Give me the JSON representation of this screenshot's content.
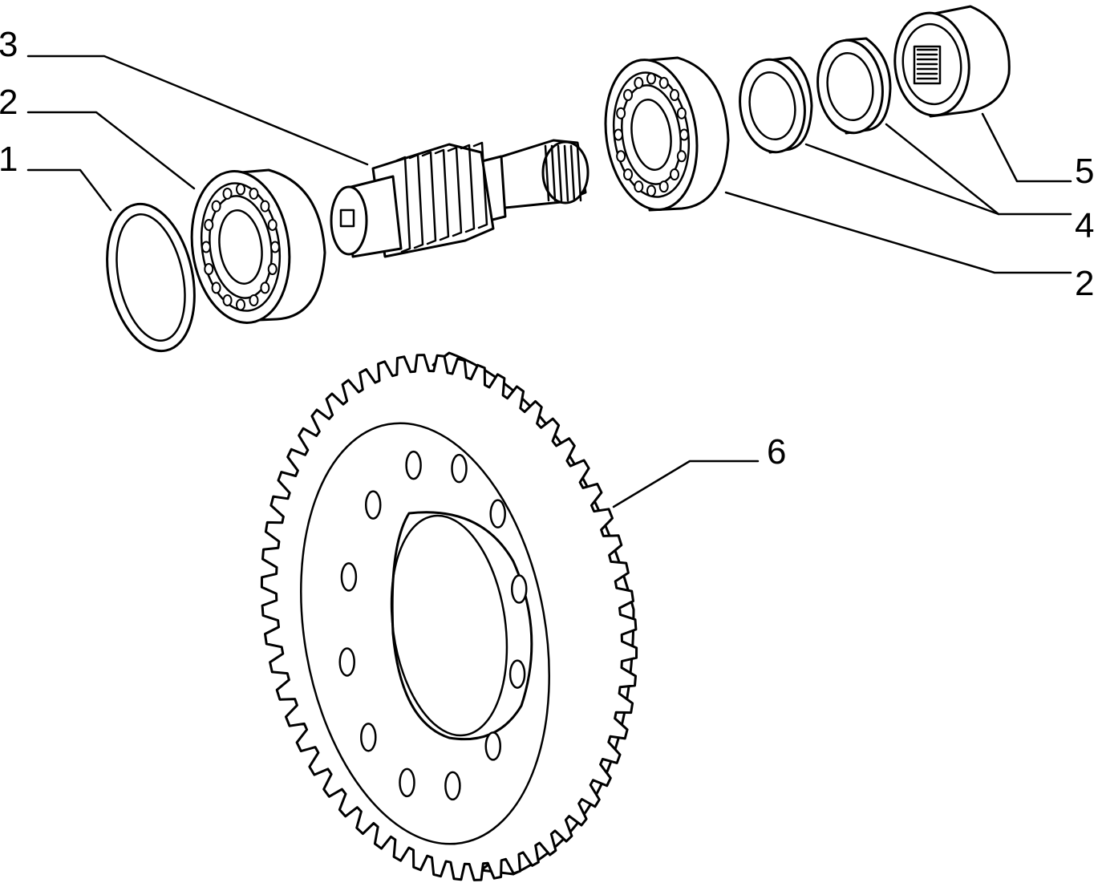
{
  "callouts": {
    "c1": "1",
    "c2_left": "2",
    "c3": "3",
    "c2_right": "2",
    "c4": "4",
    "c5": "5",
    "c6": "6"
  },
  "colors": {
    "ink": "#000000",
    "paper": "#ffffff"
  }
}
